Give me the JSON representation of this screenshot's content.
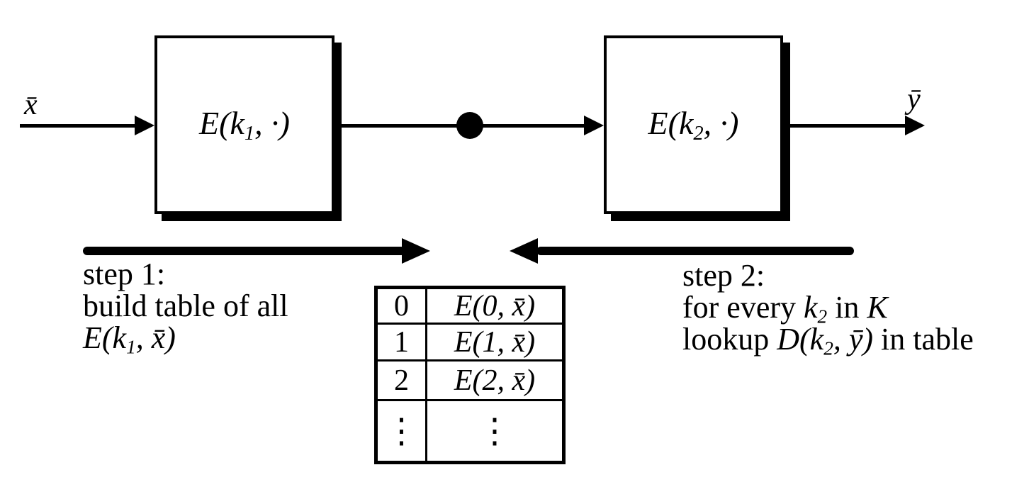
{
  "labels": {
    "input": "x̄",
    "output": "ȳ"
  },
  "boxes": [
    {
      "prefix": "E(",
      "var": "k",
      "sub": "1",
      "suffix": ", ·)"
    },
    {
      "prefix": "E(",
      "var": "k",
      "sub": "2",
      "suffix": ", ·)"
    }
  ],
  "step1": {
    "line1": "step 1:",
    "line2": "build table of all",
    "math_prefix": "E(",
    "math_var": "k",
    "math_sub": "1",
    "math_suffix": ", x̄)"
  },
  "step2": {
    "line1": "step 2:",
    "line2_pre": "for every ",
    "line2_var": "k",
    "line2_sub": "2",
    "line2_mid": " in ",
    "line2_set": "K",
    "line3_pre": "lookup ",
    "line3_math_pre": "D(",
    "line3_var": "k",
    "line3_sub": "2",
    "line3_math_post": ", ȳ)",
    "line3_post": " in table"
  },
  "table": {
    "rows": [
      {
        "key": "0",
        "value": "E(0, x̄)"
      },
      {
        "key": "1",
        "value": "E(1, x̄)"
      },
      {
        "key": "2",
        "value": "E(2, x̄)"
      },
      {
        "key": "⋮",
        "value": "⋮"
      }
    ]
  }
}
